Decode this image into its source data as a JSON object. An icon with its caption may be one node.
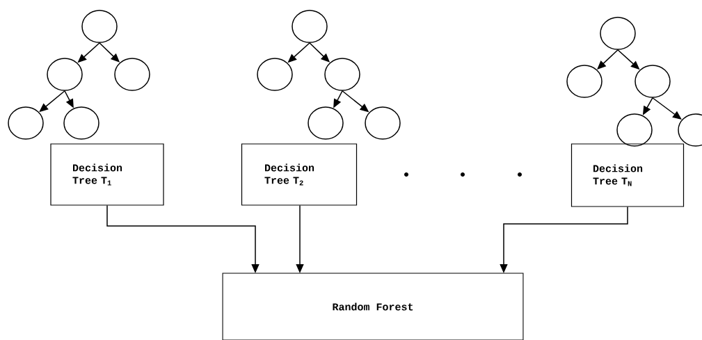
{
  "diagram": {
    "nodes": [
      {
        "text": [],
        "shape": "circle"
      },
      {
        "text": [],
        "shape": "circle"
      },
      {
        "text": [],
        "shape": "circle"
      },
      {
        "text": [],
        "shape": "circle"
      },
      {
        "text": [],
        "shape": "circle"
      },
      {
        "text": [
          "Decision Tree T$_{1}$"
        ]
      },
      {
        "text": [],
        "shape": "circle"
      },
      {
        "text": [],
        "shape": "circle"
      },
      {
        "text": [],
        "shape": "circle"
      },
      {
        "text": [],
        "shape": "circle"
      },
      {
        "text": [],
        "shape": "circle"
      },
      {
        "text": [
          "Decision Tree T$_{2}$"
        ]
      },
      {
        "text": [],
        "shape": "circle"
      },
      {
        "text": [],
        "shape": "circle"
      },
      {
        "text": [],
        "shape": "circle"
      },
      {
        "text": [],
        "shape": "circle"
      },
      {
        "text": [],
        "shape": "circle"
      },
      {
        "text": [
          "Decision Tree T$_{N}$"
        ]
      },
      {
        "text": [
          "Random Forest"
        ]
      }
    ],
    "edges": [
      {
        "from": 0,
        "to": 1,
        "arrow": "to"
      },
      {
        "from": 0,
        "to": 2,
        "arrow": "to"
      },
      {
        "from": 1,
        "to": 3,
        "arrow": "to"
      },
      {
        "from": 1,
        "to": 4,
        "arrow": "to"
      },
      {
        "from": 6,
        "to": 7,
        "arrow": "to"
      },
      {
        "from": 6,
        "to": 8,
        "arrow": "to"
      },
      {
        "from": 8,
        "to": 9,
        "arrow": "to"
      },
      {
        "from": 8,
        "to": 10,
        "arrow": "to"
      },
      {
        "from": 12,
        "to": 13,
        "arrow": "to"
      },
      {
        "from": 12,
        "to": 14,
        "arrow": "to"
      },
      {
        "from": 14,
        "to": 15,
        "arrow": "to"
      },
      {
        "from": 14,
        "to": 16,
        "arrow": "to"
      },
      {
        "from": 5,
        "to": 18,
        "arrow": "to"
      },
      {
        "from": 11,
        "to": 18,
        "arrow": "to"
      },
      {
        "from": 17,
        "to": 18,
        "arrow": "to"
      }
    ]
  }
}
